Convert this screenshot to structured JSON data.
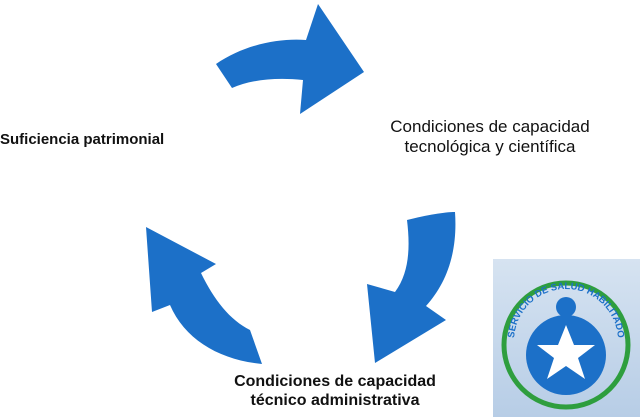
{
  "diagram": {
    "nodes": [
      {
        "id": "suficiencia",
        "lines": [
          "Suficiencia patrimonial"
        ]
      },
      {
        "id": "tecnologica",
        "lines": [
          "Condiciones de capacidad",
          "tecnológica y científica"
        ]
      },
      {
        "id": "tecnico",
        "lines": [
          "Condiciones de capacidad",
          "técnico administrativa"
        ]
      }
    ],
    "arrow_color": "#1c70c8",
    "arrows": [
      {
        "name": "arrow-top",
        "from": "suficiencia",
        "to": "tecnologica"
      },
      {
        "name": "arrow-right",
        "from": "tecnologica",
        "to": "tecnico"
      },
      {
        "name": "arrow-bottom-left",
        "from": "tecnico",
        "to": "suficiencia"
      }
    ]
  },
  "logo": {
    "text": "SERVICIO DE SALUD HABILITADO",
    "ring_color": "#2e9e3e",
    "badge_color": "#1c70c8",
    "star_color": "#ffffff"
  }
}
